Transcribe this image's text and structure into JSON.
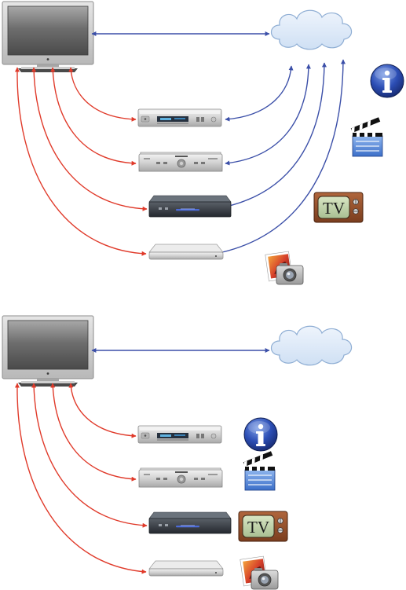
{
  "panels": [
    {
      "id": "networked",
      "content_icons_beside_devices": false,
      "tv_to_cloud_link": true,
      "devices_to_cloud_links": true
    },
    {
      "id": "local",
      "content_icons_beside_devices": true,
      "tv_to_cloud_link": true,
      "devices_to_cloud_links": false
    }
  ],
  "devices": [
    "dvd-recorder",
    "av-receiver",
    "media-box",
    "flat-player"
  ],
  "icons": {
    "info": "info-icon",
    "video": "clapperboard-icon",
    "tv": "tv-icon",
    "photo": "photo-camera-icon"
  },
  "tv_icon_text": "TV",
  "colors": {
    "tv_to_device_arrows": "#e03a2a",
    "cloud_arrows": "#3b4fa8",
    "cloud_fill": "#ddeaf8",
    "info_blue": "#2545a8"
  }
}
